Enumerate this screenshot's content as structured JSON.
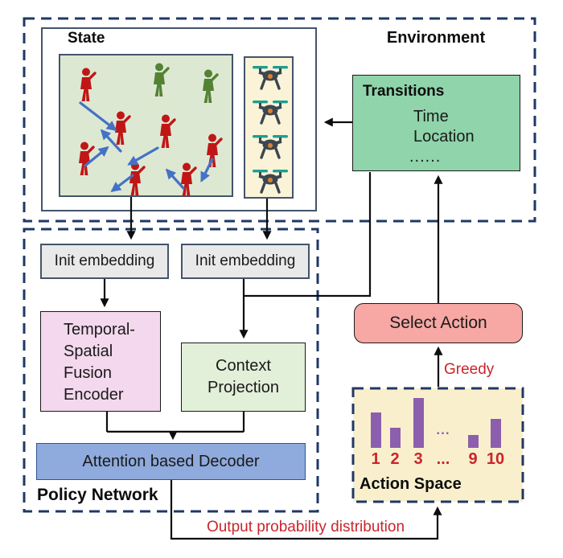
{
  "colors": {
    "dash_border": "#203864",
    "panel_border": "#44546a",
    "state_bg": "#dde8d3",
    "drone_panel_bg": "#faf3d8",
    "transitions_bg": "#8fd4aa",
    "init_bg": "#e9e9e9",
    "encoder_bg": "#f3d8ee",
    "context_bg": "#e2efd9",
    "decoder_bg": "#8faadc",
    "select_action_bg": "#f7a8a4",
    "action_space_bg": "#faefcd",
    "bar_purple": "#8c5fae",
    "accent_red": "#c9252c",
    "arrow_blue": "#4472c4",
    "user_red": "#c01616",
    "user_green": "#548235"
  },
  "environment": {
    "label": "Environment",
    "state": {
      "label": "State",
      "red_user_count": 7,
      "green_user_count": 2,
      "drone_count": 4
    },
    "transitions": {
      "title": "Transitions",
      "items": [
        "Time",
        "Location",
        "......"
      ]
    }
  },
  "policy_network": {
    "label": "Policy Network",
    "init_embedding_left": "Init embedding",
    "init_embedding_right": "Init embedding",
    "encoder_lines": [
      "Temporal-",
      "Spatial",
      "Fusion",
      "Encoder"
    ],
    "context_projection": "Context Projection",
    "decoder": "Attention based Decoder"
  },
  "select_action": {
    "label": "Select Action"
  },
  "annotations": {
    "greedy": "Greedy",
    "output_distribution": "Output probability distribution"
  },
  "action_space": {
    "title": "Action Space",
    "chart": {
      "type": "bar",
      "categories": [
        "1",
        "2",
        "3",
        "...",
        "9",
        "10"
      ],
      "values": [
        44,
        25,
        62,
        null,
        16,
        36
      ]
    }
  }
}
